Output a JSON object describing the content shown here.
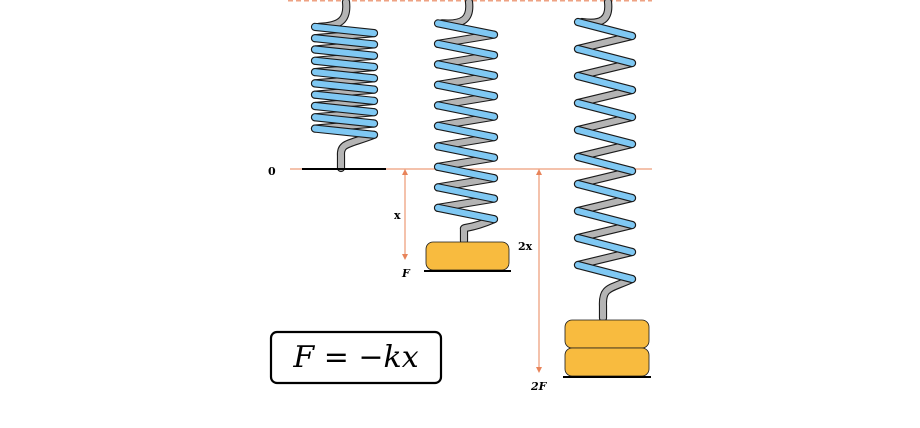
{
  "diagram": {
    "labels": {
      "zero": "0",
      "x": "x",
      "two_x": "2x",
      "F": "F",
      "two_F": "2F"
    },
    "formula": "F = −kx",
    "colors": {
      "reference_line": "#e8845a",
      "arrow": "#e8845a",
      "coil_front": "#7fc8f3",
      "coil_back": "#b4b4b4",
      "outline": "#1a1a1a",
      "weight": "#f8bb3f",
      "base": "#000000"
    },
    "springs": [
      {
        "name": "spring-unloaded",
        "weights": 0,
        "extension": "0"
      },
      {
        "name": "spring-one-weight",
        "weights": 1,
        "extension": "x"
      },
      {
        "name": "spring-two-weights",
        "weights": 2,
        "extension": "2x"
      }
    ]
  }
}
